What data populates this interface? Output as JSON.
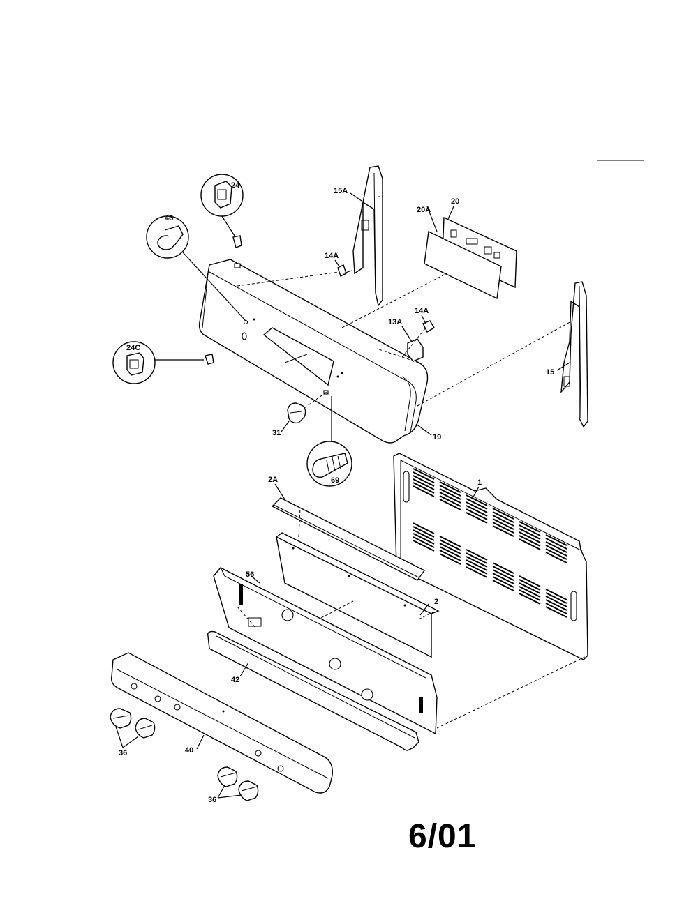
{
  "diagram": {
    "date_code": "6/01",
    "callouts": [
      {
        "id": "c1",
        "text": "1"
      },
      {
        "id": "c2",
        "text": "2"
      },
      {
        "id": "c2a",
        "text": "2A"
      },
      {
        "id": "c13a",
        "text": "13A"
      },
      {
        "id": "c14a_top",
        "text": "14A"
      },
      {
        "id": "c14a_right",
        "text": "14A"
      },
      {
        "id": "c15",
        "text": "15"
      },
      {
        "id": "c15a",
        "text": "15A"
      },
      {
        "id": "c19",
        "text": "19"
      },
      {
        "id": "c20",
        "text": "20"
      },
      {
        "id": "c20a",
        "text": "20A"
      },
      {
        "id": "c24",
        "text": "24"
      },
      {
        "id": "c24c",
        "text": "24C"
      },
      {
        "id": "c31",
        "text": "31"
      },
      {
        "id": "c36_left",
        "text": "36"
      },
      {
        "id": "c36_right",
        "text": "36"
      },
      {
        "id": "c40",
        "text": "40"
      },
      {
        "id": "c42",
        "text": "42"
      },
      {
        "id": "c46",
        "text": "46"
      },
      {
        "id": "c56",
        "text": "56"
      },
      {
        "id": "c69",
        "text": "69"
      }
    ]
  }
}
